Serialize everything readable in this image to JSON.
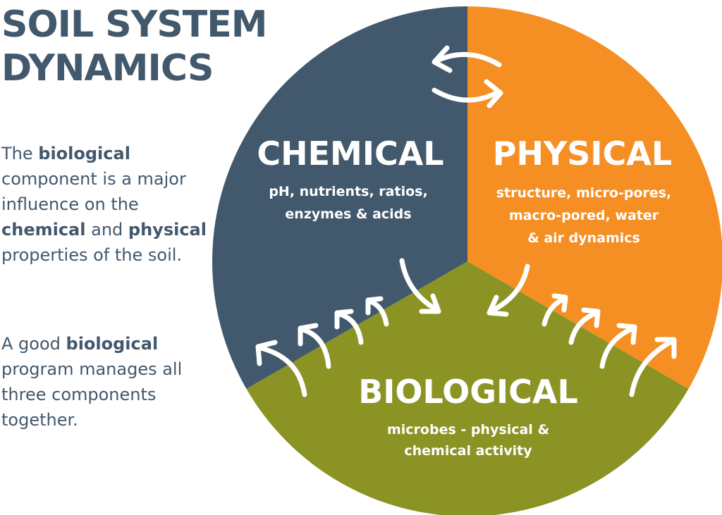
{
  "title": {
    "line1": "SOIL SYSTEM",
    "line2": "DYNAMICS"
  },
  "intro": {
    "para1": [
      {
        "text": "The ",
        "bold": false
      },
      {
        "text": "biological",
        "bold": true
      },
      {
        "text": " component is a major influence on the ",
        "bold": false
      },
      {
        "text": "chemical",
        "bold": true
      },
      {
        "text": " and ",
        "bold": false
      },
      {
        "text": "physical",
        "bold": true
      },
      {
        "text": " properties of the soil.",
        "bold": false
      }
    ],
    "para2": [
      {
        "text": "A good ",
        "bold": false
      },
      {
        "text": "biological",
        "bold": true
      },
      {
        "text": " program manages all three components together.",
        "bold": false
      }
    ]
  },
  "segments": {
    "chemical": {
      "title": "CHEMICAL",
      "desc_line1": "pH, nutrients, ratios,",
      "desc_line2": "enzymes & acids",
      "color": "#42586c"
    },
    "physical": {
      "title": "PHYSICAL",
      "desc_line1": "structure, micro-pores,",
      "desc_line2": "macro-pored, water",
      "desc_line3": "& air dynamics",
      "color": "#f58f23"
    },
    "biological": {
      "title": "BIOLOGICAL",
      "desc_line1": "microbes - physical &",
      "desc_line2": "chemical activity",
      "color": "#8b9325"
    }
  },
  "text_color": "#42586c"
}
